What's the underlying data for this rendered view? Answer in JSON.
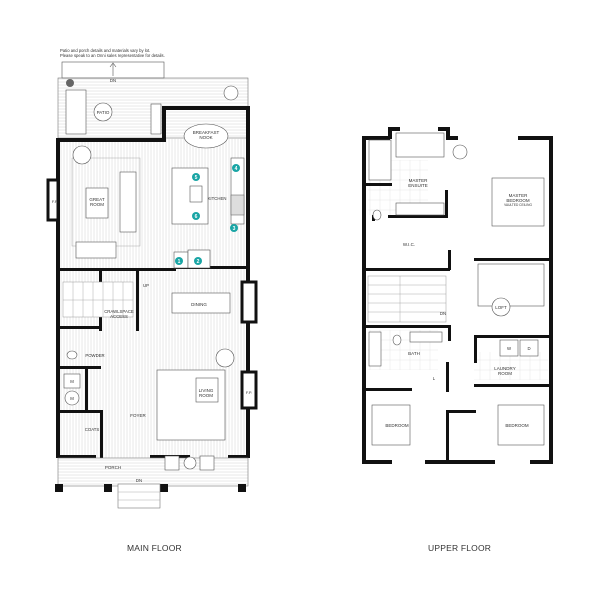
{
  "note": {
    "line1": "Patio and porch details and materials vary by lot.",
    "line2": "Please speak to an Onni sales representative for details."
  },
  "main_floor": {
    "title": "MAIN FLOOR",
    "rooms": {
      "patio": "PATIO",
      "breakfast_nook_1": "BREAKFAST",
      "breakfast_nook_2": "NOOK",
      "great_room_1": "GREAT",
      "great_room_2": "ROOM",
      "kitchen": "KITCHEN",
      "fireplace_left": "F.P.",
      "fireplace_right": "F.P.",
      "crawlspace_1": "CRAWLSPACE",
      "crawlspace_2": "ACCESS",
      "dining": "DINING",
      "up": "UP",
      "powder": "POWDER",
      "m1": "M",
      "m2": "M",
      "living_room_1": "LIVING",
      "living_room_2": "ROOM",
      "foyer": "FOYER",
      "coats": "COATS",
      "porch": "PORCH",
      "dn_patio": "DN",
      "dn_porch": "DN"
    },
    "kitchen_markers": [
      "1",
      "2",
      "3",
      "4",
      "5",
      "6"
    ]
  },
  "upper_floor": {
    "title": "UPPER FLOOR",
    "rooms": {
      "master_ensuite_1": "MASTER",
      "master_ensuite_2": "ENSUITE",
      "master_bedroom_1": "MASTER",
      "master_bedroom_2": "BEDROOM",
      "master_bedroom_3": "VAULTED CEILING",
      "wic": "W.I.C.",
      "loft": "LOFT",
      "dn": "DN",
      "bath": "BATH",
      "linen": "L",
      "washer": "W",
      "dryer": "D",
      "laundry_1": "LAUNDRY",
      "laundry_2": "ROOM",
      "bedroom_left": "BEDROOM",
      "bedroom_right": "BEDROOM"
    }
  },
  "colors": {
    "wall": "#111111",
    "marker": "#1aa5a5",
    "floor_hatch": "#cccccc"
  }
}
